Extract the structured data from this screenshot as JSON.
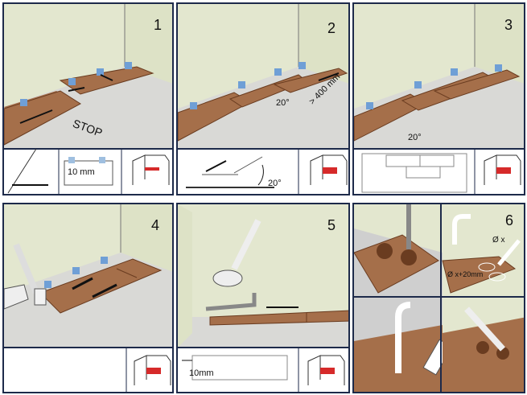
{
  "steps": [
    {
      "number": "1",
      "labels": {
        "stop": "STOP",
        "gap": "10 mm"
      }
    },
    {
      "number": "2",
      "labels": {
        "angle": "20°",
        "length": "> 400 mm",
        "detail_angle": "20°"
      }
    },
    {
      "number": "3",
      "labels": {
        "angle": "20°"
      }
    },
    {
      "number": "4",
      "labels": {}
    },
    {
      "number": "5",
      "labels": {
        "gap": "10mm"
      }
    },
    {
      "number": "6",
      "labels": {
        "pipe_diameter": "Ø x",
        "hole_diameter": "Ø x+20mm"
      }
    }
  ],
  "colors": {
    "frame": "#1d2a4a",
    "wall": "#e3e7cf",
    "floor": "#d9d9d6",
    "board": "#a56f4a",
    "board_edge": "#6a3c20",
    "spacer": "#6f9fd6",
    "marker": "#d62a2a"
  }
}
